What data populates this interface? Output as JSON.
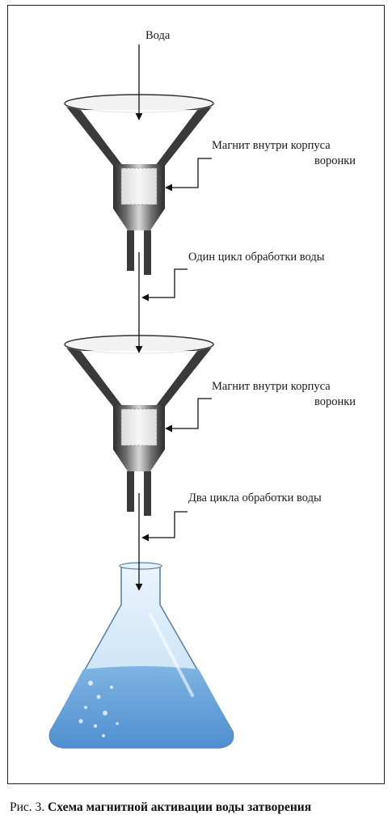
{
  "labels": {
    "water": "Вода",
    "magnet_top_line1": "Магнит внутри корпуса",
    "magnet_top_line2": "воронки",
    "one_cycle": "Один цикл обработки воды",
    "magnet_bottom_line1": "Магнит внутри корпуса",
    "magnet_bottom_line2": "воронки",
    "two_cycles": "Два цикла обработки воды"
  },
  "caption": {
    "prefix": "Рис. 3.",
    "title": "Схема магнитной активации воды затворения"
  },
  "colors": {
    "funnel_dark": "#3e3e3e",
    "funnel_light": "#9a9a9a",
    "water_light": "#cfe6f8",
    "water_deep": "#5b9bd8",
    "flask_outline": "#5a7d9c"
  }
}
